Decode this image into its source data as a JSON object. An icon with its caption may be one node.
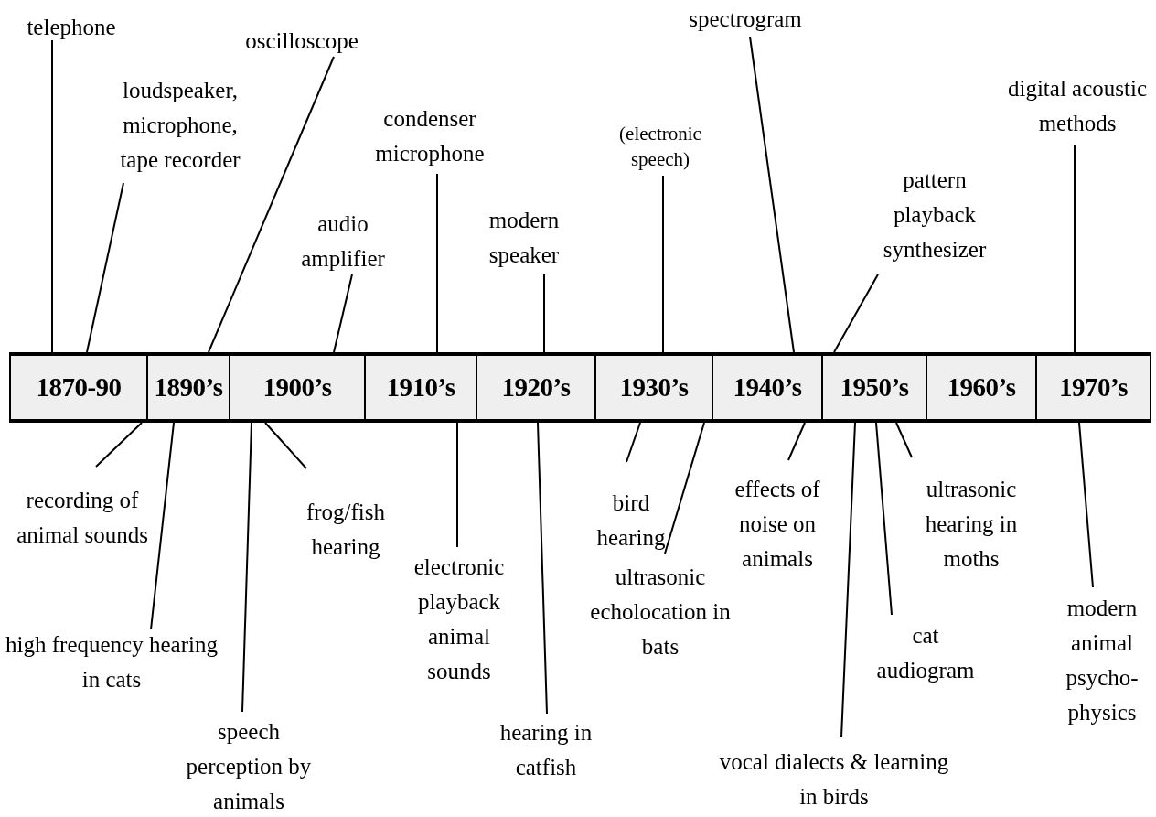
{
  "diagram": {
    "nodes": [
      {
        "text": [
          "telephone"
        ]
      },
      {
        "text": [
          "loudspeaker, microphone, tape recorder"
        ]
      },
      {
        "text": [
          "oscilloscope"
        ]
      },
      {
        "text": [
          "audio amplifier"
        ]
      },
      {
        "text": [
          "condenser microphone"
        ]
      },
      {
        "text": [
          "modern speaker"
        ]
      },
      {
        "text": [
          "(electronic speech)"
        ]
      },
      {
        "text": [
          "spectrogram"
        ]
      },
      {
        "text": [
          "pattern playback synthesizer"
        ]
      },
      {
        "text": [
          "digital acoustic methods"
        ]
      },
      {
        "text": [
          "1870-90"
        ]
      },
      {
        "text": [
          "1890’s"
        ]
      },
      {
        "text": [
          "1900’s"
        ]
      },
      {
        "text": [
          "1910’s"
        ]
      },
      {
        "text": [
          "1920’s"
        ]
      },
      {
        "text": [
          "1930’s"
        ]
      },
      {
        "text": [
          "1940’s"
        ]
      },
      {
        "text": [
          "1950’s"
        ]
      },
      {
        "text": [
          "1960’s"
        ]
      },
      {
        "text": [
          "1970’s"
        ]
      },
      {
        "text": [
          "recording of animal sounds"
        ]
      },
      {
        "text": [
          "high frequency hearing in cats"
        ]
      },
      {
        "text": [
          "speech perception by animals"
        ]
      },
      {
        "text": [
          "frog/fish hearing"
        ]
      },
      {
        "text": [
          "electronic playback animal sounds"
        ]
      },
      {
        "text": [
          "hearing in catfish"
        ]
      },
      {
        "text": [
          "bird hearing"
        ]
      },
      {
        "text": [
          "ultrasonic echolocation in bats"
        ]
      },
      {
        "text": [
          "effects of noise on animals"
        ]
      },
      {
        "text": [
          "vocal dialects & learning in birds"
        ]
      },
      {
        "text": [
          "cat audiogram"
        ]
      },
      {
        "text": [
          "ultrasonic hearing in moths"
        ]
      },
      {
        "text": [
          "modern animal psycho-physics"
        ]
      }
    ],
    "edges": [
      {
        "from": 0,
        "to": 10,
        "arrow": "none"
      },
      {
        "from": 1,
        "to": 10,
        "arrow": "none"
      },
      {
        "from": 2,
        "to": 11,
        "arrow": "none"
      },
      {
        "from": 3,
        "to": 12,
        "arrow": "none"
      },
      {
        "from": 4,
        "to": 13,
        "arrow": "none"
      },
      {
        "from": 5,
        "to": 14,
        "arrow": "none"
      },
      {
        "from": 6,
        "to": 15,
        "arrow": "none"
      },
      {
        "from": 7,
        "to": 16,
        "arrow": "none"
      },
      {
        "from": 8,
        "to": 17,
        "arrow": "none"
      },
      {
        "from": 9,
        "to": 19,
        "arrow": "none"
      },
      {
        "from": 20,
        "to": 10,
        "arrow": "none"
      },
      {
        "from": 21,
        "to": 11,
        "arrow": "none"
      },
      {
        "from": 22,
        "to": 12,
        "arrow": "none"
      },
      {
        "from": 23,
        "to": 12,
        "arrow": "none"
      },
      {
        "from": 24,
        "to": 13,
        "arrow": "none"
      },
      {
        "from": 25,
        "to": 14,
        "arrow": "none"
      },
      {
        "from": 26,
        "to": 15,
        "arrow": "none"
      },
      {
        "from": 27,
        "to": 15,
        "arrow": "none"
      },
      {
        "from": 28,
        "to": 16,
        "arrow": "none"
      },
      {
        "from": 29,
        "to": 17,
        "arrow": "none"
      },
      {
        "from": 30,
        "to": 17,
        "arrow": "none"
      },
      {
        "from": 31,
        "to": 17,
        "arrow": "none"
      },
      {
        "from": 32,
        "to": 19,
        "arrow": "none"
      }
    ]
  }
}
